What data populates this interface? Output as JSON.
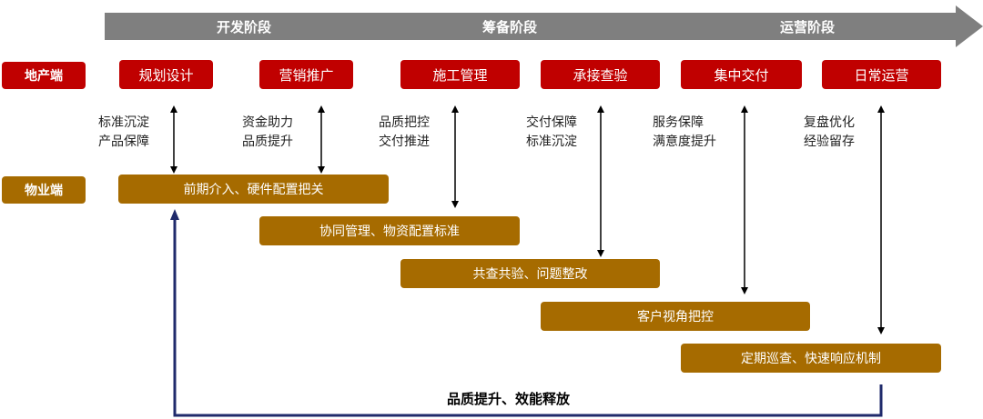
{
  "phases": [
    "开发阶段",
    "筹备阶段",
    "运营阶段"
  ],
  "rows": {
    "developer_label": "地产端",
    "property_label": "物业端"
  },
  "developer_steps": [
    "规划设计",
    "营销推广",
    "施工管理",
    "承接查验",
    "集中交付",
    "日常运营"
  ],
  "property_steps": [
    "前期介入、硬件配置把关",
    "协同管理、物资配置标准",
    "共查共验、问题整改",
    "客户视角把控",
    "定期巡查、快速响应机制"
  ],
  "notes": [
    [
      "标准沉淀",
      "产品保障"
    ],
    [
      "资金助力",
      "品质提升"
    ],
    [
      "品质把控",
      "交付推进"
    ],
    [
      "交付保障",
      "标准沉淀"
    ],
    [
      "服务保障",
      "满意度提升"
    ],
    [
      "复盘优化",
      "经验留存"
    ]
  ],
  "bottom_label": "品质提升、效能释放",
  "colors": {
    "phase_arrow": "#7f7f7f",
    "developer": "#c00000",
    "property": "#a66b00",
    "loop_line": "#1f2a6b"
  }
}
